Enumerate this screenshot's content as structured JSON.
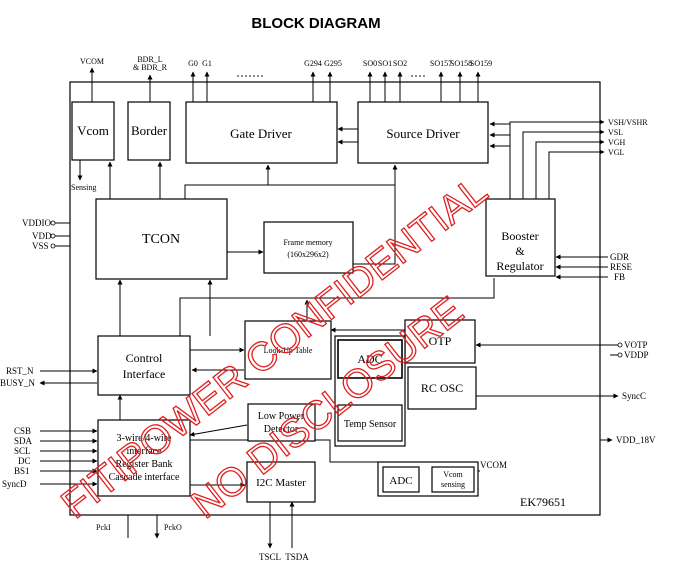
{
  "title": "BLOCK DIAGRAM",
  "chip_name": "EK79651",
  "blocks": {
    "vcom": "Vcom",
    "border": "Border",
    "gate_driver": "Gate Driver",
    "source_driver": "Source Driver",
    "tcon": "TCON",
    "frame_memory_1": "Frame memory",
    "frame_memory_2": "(160x296x2)",
    "booster_1": "Booster",
    "booster_2": "&",
    "booster_3": "Regulator",
    "lut": "Look-Up Table",
    "otp": "OTP",
    "adc": "ADC",
    "temp_sensor": "Temp Sensor",
    "rc_osc": "RC OSC",
    "control_1": "Control",
    "control_2": "Interface",
    "lpd_1": "Low Power",
    "lpd_2": "Detector",
    "reg_1": "3-wire/4-wire",
    "reg_2": "interface",
    "reg_3": "Register Bank",
    "reg_4": "Cascade interface",
    "i2c": "I2C Master",
    "adc2": "ADC",
    "vcom_sense_1": "Vcom",
    "vcom_sense_2": "sensing"
  },
  "pins": {
    "vcom": "VCOM",
    "bdr_l": "BDR_L",
    "bdr_r": "& BDR_R",
    "g0": "G0",
    "g1": "G1",
    "g294": "G294",
    "g295": "G295",
    "so0": "SO0",
    "so1": "SO1",
    "so2": "SO2",
    "so157": "SO157",
    "so158": "SO158",
    "so159": "SO159",
    "sensing": "Sensing",
    "vddio": "VDDIO",
    "vdd": "VDD",
    "vss": "VSS",
    "rst_n": "RST_N",
    "busy_n": "BUSY_N",
    "csb": "CSB",
    "sda": "SDA",
    "scl": "SCL",
    "dc": "DC",
    "bs1": "BS1",
    "syncd": "SyncD",
    "pcki": "PckI",
    "pcko": "PckO",
    "tscl": "TSCL",
    "tsda": "TSDA",
    "vsh": "VSH/VSHR",
    "vsl": "VSL",
    "vgh": "VGH",
    "vgl": "VGL",
    "gdr": "GDR",
    "rese": "RESE",
    "fb": "FB",
    "votp": "VOTP",
    "vddp": "VDDP",
    "syncc": "SyncC",
    "vdd_18v": "VDD_18V",
    "vcom_in": "VCOM"
  },
  "watermark": {
    "line1": "FITIPOWER CONFIDENTIAL",
    "line2": "NO DISCLOSURE",
    "color": "#e02020"
  }
}
